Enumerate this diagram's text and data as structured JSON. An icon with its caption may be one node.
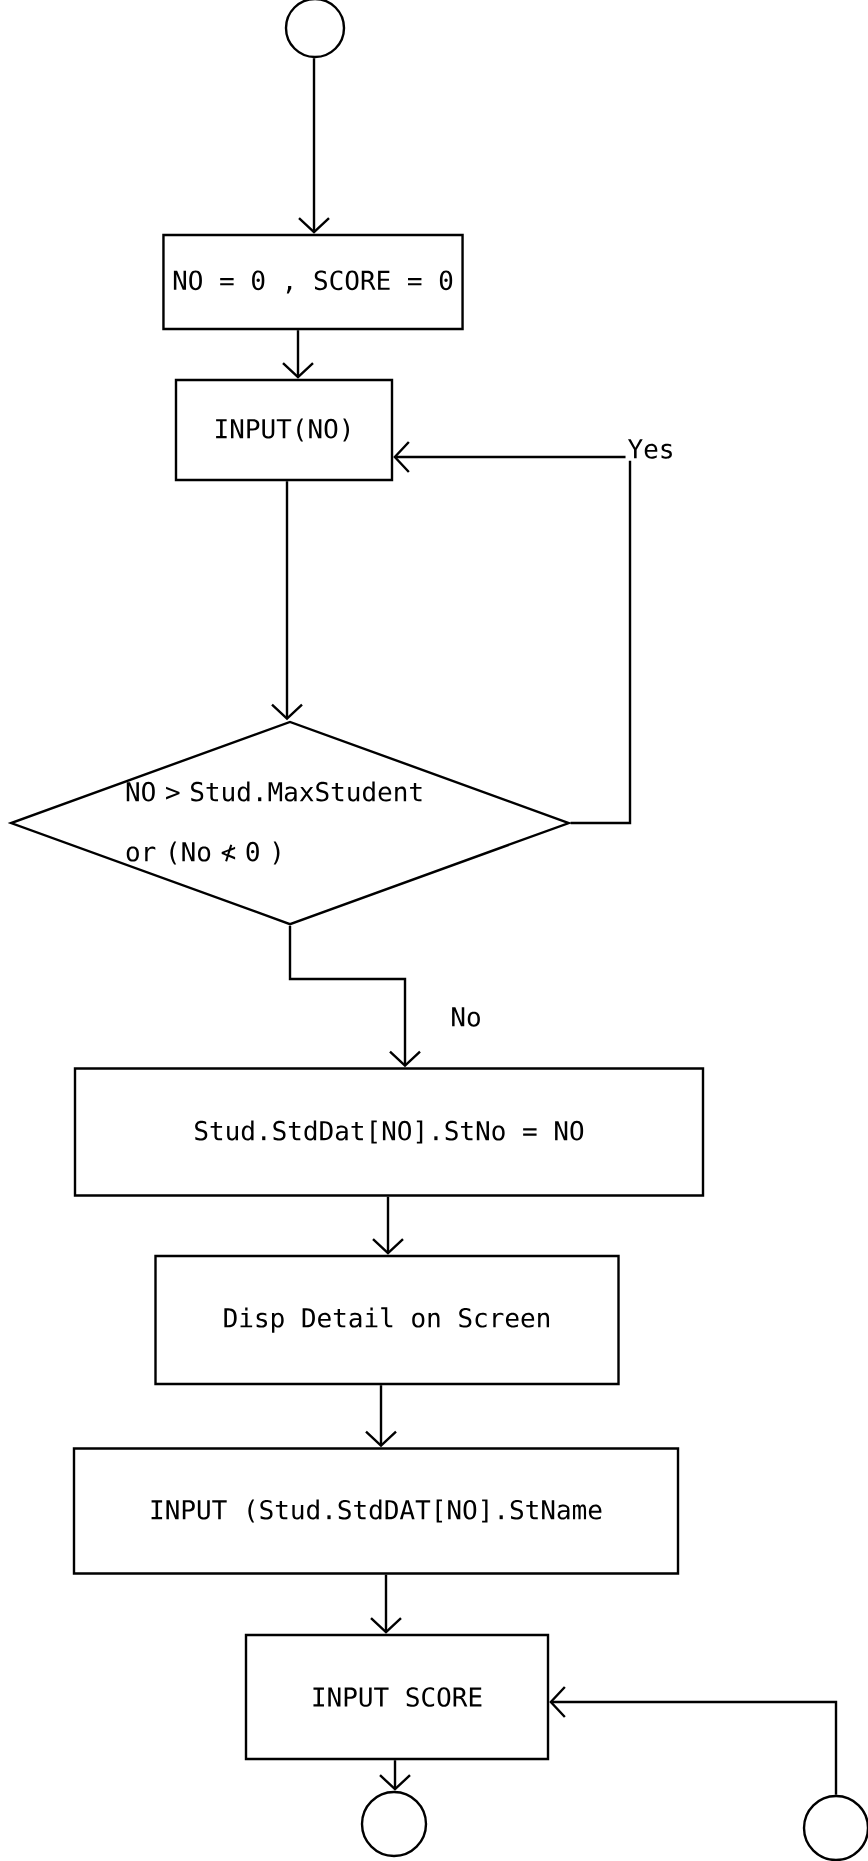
{
  "diagram": {
    "nodes": [
      {
        "text": [],
        "shape": "circle"
      },
      {
        "text": [
          "NO = 0 , SCORE = 0"
        ]
      },
      {
        "text": [
          "INPUT(NO)"
        ]
      },
      {
        "text": [
          "NO > Stud.MaxStudent or (No ≮ 0 )"
        ]
      },
      {
        "text": [
          "Stud.StdDat[NO].StNo = NO"
        ]
      },
      {
        "text": [
          "Disp Detail on Screen"
        ]
      },
      {
        "text": [
          "INPUT (Stud.StdDAT[NO].StName"
        ]
      },
      {
        "text": [
          "INPUT SCORE"
        ]
      },
      {
        "text": [],
        "shape": "circle"
      },
      {
        "text": [],
        "shape": "circle"
      }
    ],
    "edges": [
      {
        "from": 0,
        "to": 1,
        "arrow": "to"
      },
      {
        "from": 1,
        "to": 2,
        "arrow": "to"
      },
      {
        "from": 2,
        "to": 3,
        "arrow": "to"
      },
      {
        "from": 3,
        "to": 2,
        "arrow": "to",
        "label": "Yes"
      },
      {
        "from": 3,
        "to": 4,
        "arrow": "to",
        "label": "No"
      },
      {
        "from": 4,
        "to": 5,
        "arrow": "to"
      },
      {
        "from": 5,
        "to": 6,
        "arrow": "to"
      },
      {
        "from": 6,
        "to": 7,
        "arrow": "to"
      },
      {
        "from": 7,
        "to": 8,
        "arrow": "to"
      },
      {
        "from": 9,
        "to": 7,
        "arrow": "to"
      }
    ]
  }
}
